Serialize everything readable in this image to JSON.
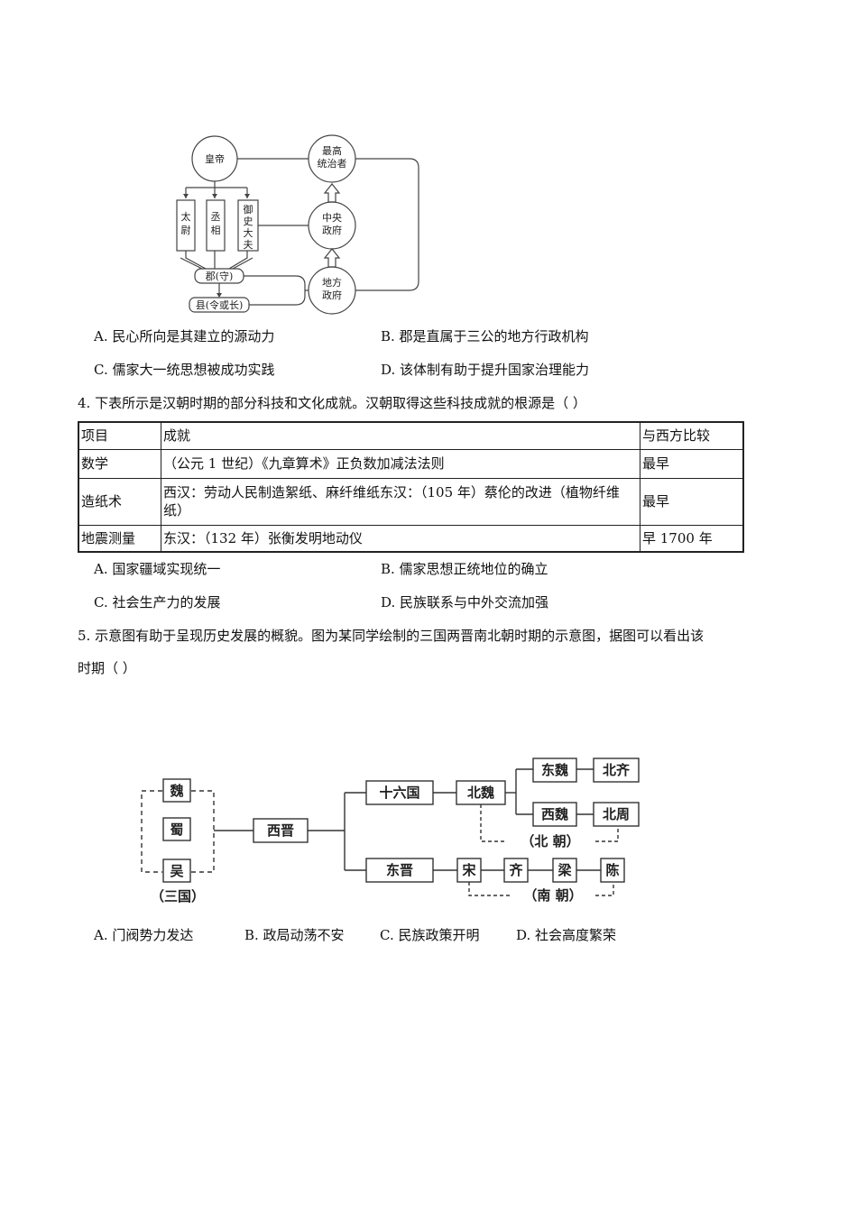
{
  "diagram1": {
    "emperor": "皇帝",
    "supreme_ruler": [
      "最高",
      "统治者"
    ],
    "central_gov": [
      "中央",
      "政府"
    ],
    "local_gov": [
      "地方",
      "政府"
    ],
    "taiwei": [
      "太",
      "尉"
    ],
    "chengxiang": [
      "丞",
      "相"
    ],
    "yushi": [
      "御",
      "史",
      "大",
      "夫"
    ],
    "jun": "郡(守)",
    "xian": "县(令或长)"
  },
  "q3": {
    "options": [
      "A.  民心所向是其建立的源动力",
      "B.  郡是直属于三公的地方行政机构",
      "C.  儒家大一统思想被成功实践",
      "D. 该体制有助于提升国家治理能力"
    ]
  },
  "q4": {
    "stem": "4. 下表所示是汉朝时期的部分科技和文化成就。汉朝取得这些科技成就的根源是（            ）",
    "table": {
      "headers": [
        "项目",
        "成就",
        "与西方比较"
      ],
      "rows": [
        [
          "数学",
          "（公元 1 世纪）《九章算术》正负数加减法法则",
          "最早"
        ],
        [
          "造纸术",
          "西汉：劳动人民制造絮纸、麻纤维纸东汉：（105 年）蔡伦的改进（植物纤维纸）",
          "最早"
        ],
        [
          "地震测量",
          "东汉：（132 年）张衡发明地动仪",
          "早 1700 年"
        ]
      ]
    },
    "options": [
      "A. 国家疆域实现统一",
      "B. 儒家思想正统地位的确立",
      "C. 社会生产力的发展",
      "D. 民族联系与中外交流加强"
    ]
  },
  "q5": {
    "stem_line1": "5. 示意图有助于呈现历史发展的概貌。图为某同学绘制的三国两晋南北朝时期的示意图，据图可以看出该",
    "stem_line2": "时期（            ）",
    "diagram": {
      "wei": "魏",
      "shu": "蜀",
      "wu": "吴",
      "three_kingdoms": "（三国）",
      "xijin": "西晋",
      "shiliuguo": "十六国",
      "beiwei": "北魏",
      "dongwei": "东魏",
      "beiqi": "北齐",
      "xiwei": "西魏",
      "beizhou": "北周",
      "northern": "（北    朝）",
      "dongjin": "东晋",
      "song": "宋",
      "qi": "齐",
      "liang": "梁",
      "chen": "陈",
      "southern": "（南    朝）"
    },
    "options": [
      "A. 门阀势力发达",
      "B. 政局动荡不安",
      "C. 民族政策开明",
      "D. 社会高度繁荣"
    ]
  }
}
